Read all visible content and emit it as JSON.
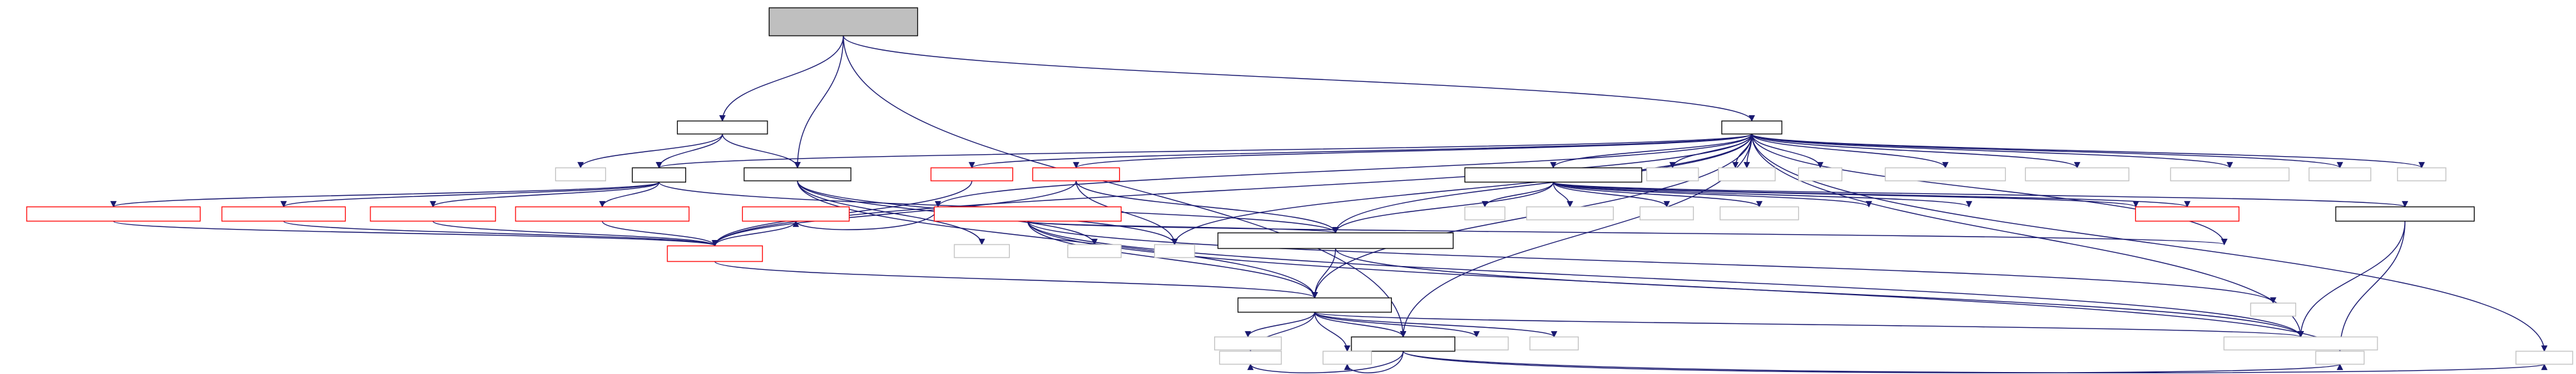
{
  "colors": {
    "edge": "#191970",
    "red": "#ff0000",
    "black": "#000000",
    "gray": "#bfbfbf",
    "root_fill": "#bfbfbf",
    "node_fill": "#ffffff"
  },
  "nodes": [
    {
      "id": "root",
      "label": "",
      "style": "root"
    },
    {
      "id": "n1",
      "label": "",
      "style": "black"
    },
    {
      "id": "n2",
      "label": "",
      "style": "black"
    },
    {
      "id": "g1",
      "label": "",
      "style": "gray"
    },
    {
      "id": "n3",
      "label": "",
      "style": "black"
    },
    {
      "id": "r1",
      "label": "",
      "style": "red"
    },
    {
      "id": "r2",
      "label": "",
      "style": "red"
    },
    {
      "id": "n4",
      "label": "",
      "style": "black"
    },
    {
      "id": "g2",
      "label": "",
      "style": "gray"
    },
    {
      "id": "g3",
      "label": "",
      "style": "gray"
    },
    {
      "id": "g4",
      "label": "",
      "style": "gray"
    },
    {
      "id": "g5",
      "label": "",
      "style": "gray"
    },
    {
      "id": "g6",
      "label": "",
      "style": "gray"
    },
    {
      "id": "g7",
      "label": "",
      "style": "gray"
    },
    {
      "id": "g8",
      "label": "",
      "style": "gray"
    },
    {
      "id": "g9",
      "label": "",
      "style": "gray"
    },
    {
      "id": "g10",
      "label": "",
      "style": "gray"
    },
    {
      "id": "r3",
      "label": "",
      "style": "red"
    },
    {
      "id": "r4",
      "label": "",
      "style": "red"
    },
    {
      "id": "r5",
      "label": "",
      "style": "red"
    },
    {
      "id": "r6",
      "label": "",
      "style": "red"
    },
    {
      "id": "r7",
      "label": "",
      "style": "red"
    },
    {
      "id": "n5",
      "label": "",
      "style": "black"
    },
    {
      "id": "r8",
      "label": "",
      "style": "red"
    },
    {
      "id": "g11",
      "label": "",
      "style": "gray"
    },
    {
      "id": "g12",
      "label": "",
      "style": "gray"
    },
    {
      "id": "g13",
      "label": "",
      "style": "gray"
    },
    {
      "id": "g14",
      "label": "",
      "style": "gray"
    },
    {
      "id": "g15",
      "label": "",
      "style": "gray"
    },
    {
      "id": "g16",
      "label": "",
      "style": "gray"
    },
    {
      "id": "g17",
      "label": "",
      "style": "gray"
    },
    {
      "id": "r9",
      "label": "",
      "style": "red"
    },
    {
      "id": "n6",
      "label": "",
      "style": "black"
    },
    {
      "id": "g18",
      "label": "",
      "style": "gray"
    },
    {
      "id": "g19",
      "label": "",
      "style": "gray"
    },
    {
      "id": "g20",
      "label": "",
      "style": "gray"
    },
    {
      "id": "n7",
      "label": "",
      "style": "black"
    },
    {
      "id": "g21",
      "label": "",
      "style": "gray"
    },
    {
      "id": "r10",
      "label": "",
      "style": "red"
    },
    {
      "id": "n8",
      "label": "",
      "style": "black"
    },
    {
      "id": "n9",
      "label": "",
      "style": "black"
    },
    {
      "id": "g22",
      "label": "",
      "style": "gray"
    },
    {
      "id": "g23",
      "label": "",
      "style": "gray"
    },
    {
      "id": "g24",
      "label": "",
      "style": "gray"
    },
    {
      "id": "n10",
      "label": "",
      "style": "black"
    },
    {
      "id": "g25",
      "label": "",
      "style": "gray"
    },
    {
      "id": "g26",
      "label": "",
      "style": "gray"
    },
    {
      "id": "g27",
      "label": "",
      "style": "gray"
    },
    {
      "id": "g28",
      "label": "",
      "style": "gray"
    },
    {
      "id": "g29",
      "label": "",
      "style": "gray"
    },
    {
      "id": "g30",
      "label": "",
      "style": "gray"
    }
  ],
  "edges": [
    [
      "root",
      "n1"
    ],
    [
      "root",
      "n2"
    ],
    [
      "root",
      "n4"
    ],
    [
      "root",
      "n10"
    ],
    [
      "n1",
      "g1"
    ],
    [
      "n1",
      "n3"
    ],
    [
      "n1",
      "n4"
    ],
    [
      "n2",
      "n3"
    ],
    [
      "n2",
      "r1"
    ],
    [
      "n2",
      "r2"
    ],
    [
      "n2",
      "n5"
    ],
    [
      "n2",
      "g2"
    ],
    [
      "n2",
      "g3"
    ],
    [
      "n2",
      "g4"
    ],
    [
      "n2",
      "g5"
    ],
    [
      "n2",
      "g6"
    ],
    [
      "n2",
      "g7"
    ],
    [
      "n2",
      "g8"
    ],
    [
      "n2",
      "g9"
    ],
    [
      "n2",
      "g10"
    ],
    [
      "n2",
      "n6"
    ],
    [
      "n2",
      "g20"
    ],
    [
      "n2",
      "g21"
    ],
    [
      "n2",
      "r7"
    ],
    [
      "n2",
      "n7"
    ],
    [
      "n2",
      "n8"
    ],
    [
      "n2",
      "n10"
    ],
    [
      "n2",
      "g30"
    ],
    [
      "n2",
      "g26"
    ],
    [
      "n3",
      "r3"
    ],
    [
      "n3",
      "r4"
    ],
    [
      "n3",
      "r5"
    ],
    [
      "n3",
      "r6"
    ],
    [
      "n3",
      "n7"
    ],
    [
      "n5",
      "r8"
    ],
    [
      "r8",
      "r7"
    ],
    [
      "r1",
      "r7"
    ],
    [
      "r2",
      "r7"
    ],
    [
      "r2",
      "g20"
    ],
    [
      "r2",
      "n7"
    ],
    [
      "r3",
      "r7"
    ],
    [
      "r4",
      "r7"
    ],
    [
      "r5",
      "r7"
    ],
    [
      "r6",
      "r7"
    ],
    [
      "n4",
      "g19"
    ],
    [
      "n4",
      "g18"
    ],
    [
      "n4",
      "n8"
    ],
    [
      "n4",
      "g20"
    ],
    [
      "n6",
      "g11"
    ],
    [
      "n6",
      "g12"
    ],
    [
      "n6",
      "g13"
    ],
    [
      "n6",
      "g14"
    ],
    [
      "n6",
      "g15"
    ],
    [
      "n6",
      "g16"
    ],
    [
      "n6",
      "g17"
    ],
    [
      "n6",
      "r9"
    ],
    [
      "n6",
      "n7"
    ],
    [
      "n6",
      "n9"
    ],
    [
      "n7",
      "n8"
    ],
    [
      "n7",
      "g26"
    ],
    [
      "r10",
      "n8"
    ],
    [
      "r10",
      "n7"
    ],
    [
      "r10",
      "g28"
    ],
    [
      "r10",
      "g26"
    ],
    [
      "r10",
      "g21"
    ],
    [
      "r10",
      "g29"
    ],
    [
      "r7",
      "n8"
    ],
    [
      "n8",
      "g22"
    ],
    [
      "n8",
      "n10"
    ],
    [
      "n8",
      "g23"
    ],
    [
      "n8",
      "g24"
    ],
    [
      "n8",
      "g25"
    ],
    [
      "n8",
      "g27"
    ],
    [
      "n8",
      "g26"
    ],
    [
      "n9",
      "g26"
    ],
    [
      "n9",
      "g29"
    ],
    [
      "n10",
      "g25"
    ],
    [
      "n10",
      "g27"
    ],
    [
      "n10",
      "g29"
    ],
    [
      "n10",
      "g30"
    ]
  ]
}
